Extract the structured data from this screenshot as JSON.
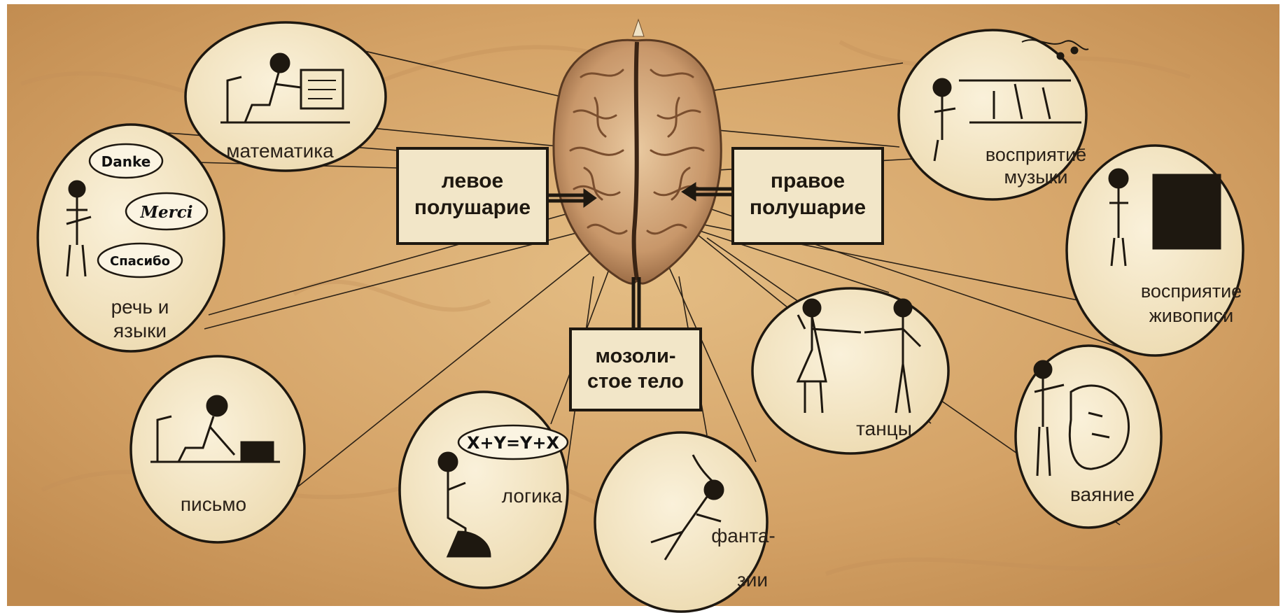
{
  "center": {
    "left_hemisphere": [
      "левое",
      "полушарие"
    ],
    "right_hemisphere": [
      "правое",
      "полушарие"
    ],
    "corpus_callosum": [
      "мозоли-",
      "стое тело"
    ]
  },
  "functions": {
    "math": [
      "математика"
    ],
    "speech": [
      "речь и",
      "языки"
    ],
    "writing": [
      "письмо"
    ],
    "logic": [
      "логика"
    ],
    "fantasy": [
      "фанта-",
      "зии"
    ],
    "dance": [
      "танцы"
    ],
    "music": [
      "восприятие",
      "музыки"
    ],
    "painting": [
      "восприятие",
      "живописи"
    ],
    "sculpture": [
      "ваяние"
    ]
  },
  "illustration_text": {
    "speech_bubbles": [
      "Danke",
      "Merci",
      "Спасибо"
    ],
    "equation": "X+Y=Y+X"
  },
  "colors": {
    "parchment": "#d8aa6e",
    "oval_fill": "#f4e7c6",
    "box_fill": "#f2e6c8",
    "ink": "#1e1810"
  }
}
